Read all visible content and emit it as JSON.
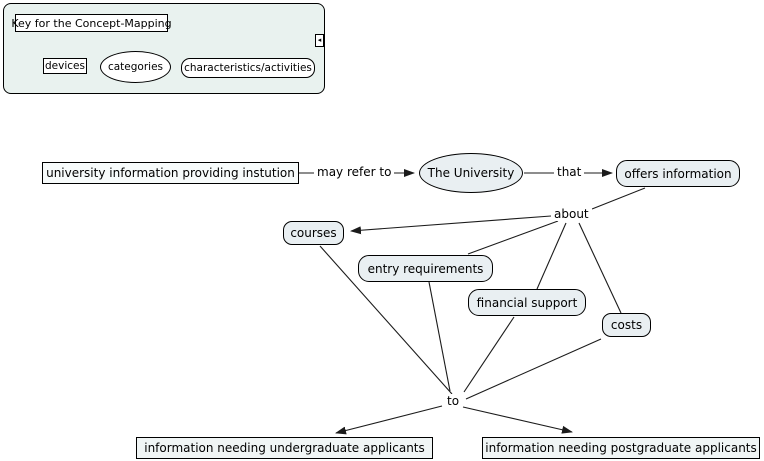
{
  "key": {
    "title": "Key for the Concept-Mapping",
    "devices": "devices",
    "categories": "categories",
    "characteristics": "characteristics/activities",
    "collapse_icon": "◂"
  },
  "nodes": {
    "university_institution": "university information providing instution",
    "the_university": "The University",
    "offers_information": "offers information",
    "courses": "courses",
    "entry_requirements": "entry requirements",
    "financial_support": "financial support",
    "costs": "costs",
    "undergraduate_applicants": "information needing undergraduate applicants",
    "postgraduate_applicants": "information needing postgraduate applicants"
  },
  "link_labels": {
    "may_refer_to": "may refer to",
    "that": "that",
    "about": "about",
    "to": "to"
  },
  "colors": {
    "node_fill": "#e9eff2",
    "key_fill": "#e9f2ef",
    "rect_fill": "#f7fbfb",
    "line": "#1b1b1b",
    "border": "#000000",
    "background": "#ffffff"
  }
}
